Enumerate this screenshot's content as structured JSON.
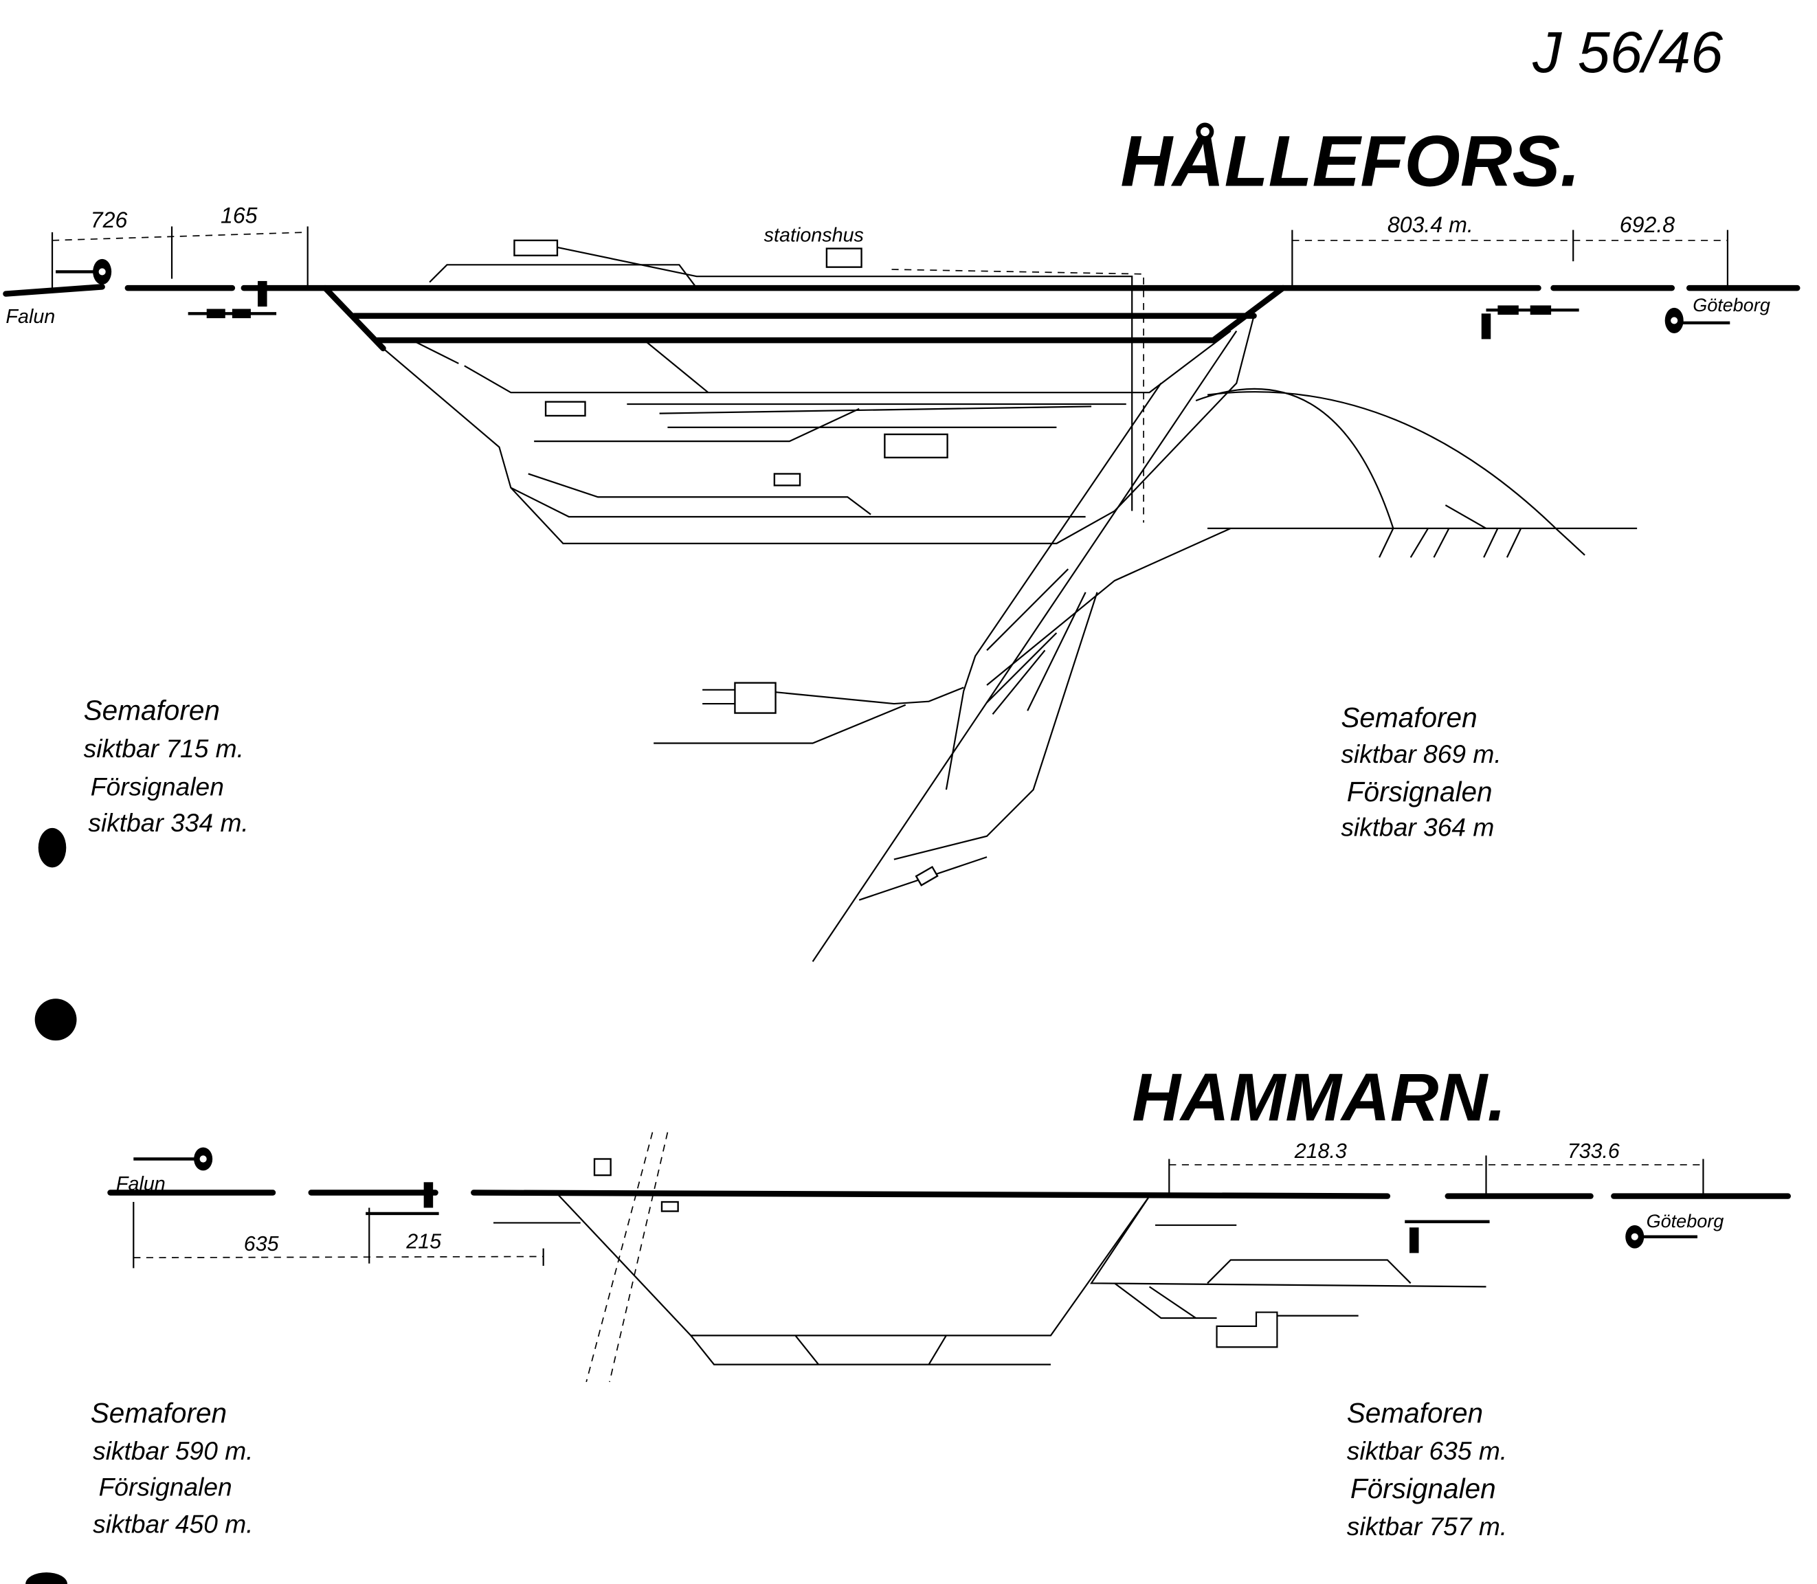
{
  "archive_mark": "J 56/46",
  "halleforts": {
    "title": "HÅLLEFORS.",
    "building_label": "stationshus",
    "left_destination": "Falun",
    "right_destination": "Göteborg",
    "dimensions": {
      "left_outer": "726",
      "left_inner": "165",
      "right_inner": "803.4 m.",
      "right_outer": "692.8"
    },
    "left_note": [
      "Semaforen",
      "siktbar 715 m.",
      "Försignalen",
      "siktbar 334 m."
    ],
    "right_note": [
      "Semaforen",
      "siktbar 869 m.",
      "Försignalen",
      "siktbar 364 m"
    ]
  },
  "hammarn": {
    "title": "HAMMARN.",
    "left_destination": "Falun",
    "right_destination": "Göteborg",
    "dimensions": {
      "left_outer": "635",
      "left_inner": "215",
      "right_inner": "218.3",
      "right_outer": "733.6"
    },
    "left_note": [
      "Semaforen",
      "siktbar 590 m.",
      "Försignalen",
      "siktbar 450 m."
    ],
    "right_note": [
      "Semaforen",
      "siktbar 635 m.",
      "Försignalen",
      "siktbar 757 m."
    ]
  }
}
